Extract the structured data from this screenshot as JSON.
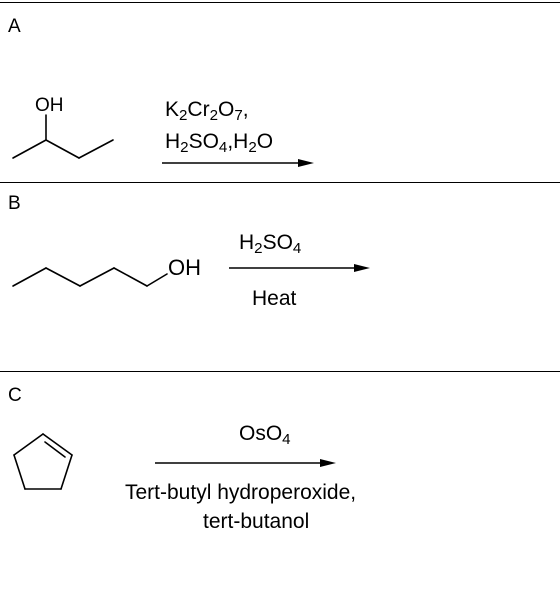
{
  "panels": [
    {
      "label": "A",
      "substrate_atom": "OH",
      "reagents_line1": {
        "segments": [
          {
            "t": "K"
          },
          {
            "t": "2",
            "sub": true
          },
          {
            "t": "Cr"
          },
          {
            "t": "2",
            "sub": true
          },
          {
            "t": "O"
          },
          {
            "t": "7",
            "sub": true
          },
          {
            "t": ","
          }
        ]
      },
      "reagents_line2": {
        "segments": [
          {
            "t": "H"
          },
          {
            "t": "2",
            "sub": true
          },
          {
            "t": "SO"
          },
          {
            "t": "4",
            "sub": true
          },
          {
            "t": ",H"
          },
          {
            "t": "2",
            "sub": true
          },
          {
            "t": "O"
          }
        ]
      }
    },
    {
      "label": "B",
      "substrate_atom": "OH",
      "reagents_above": {
        "segments": [
          {
            "t": "H"
          },
          {
            "t": "2",
            "sub": true
          },
          {
            "t": "SO"
          },
          {
            "t": "4",
            "sub": true
          }
        ]
      },
      "reagents_below": "Heat"
    },
    {
      "label": "C",
      "reagents_above": {
        "segments": [
          {
            "t": "OsO"
          },
          {
            "t": "4",
            "sub": true
          }
        ]
      },
      "reagents_below_line1": "Tert-butyl hydroperoxide,",
      "reagents_below_line2": "tert-butanol"
    }
  ]
}
